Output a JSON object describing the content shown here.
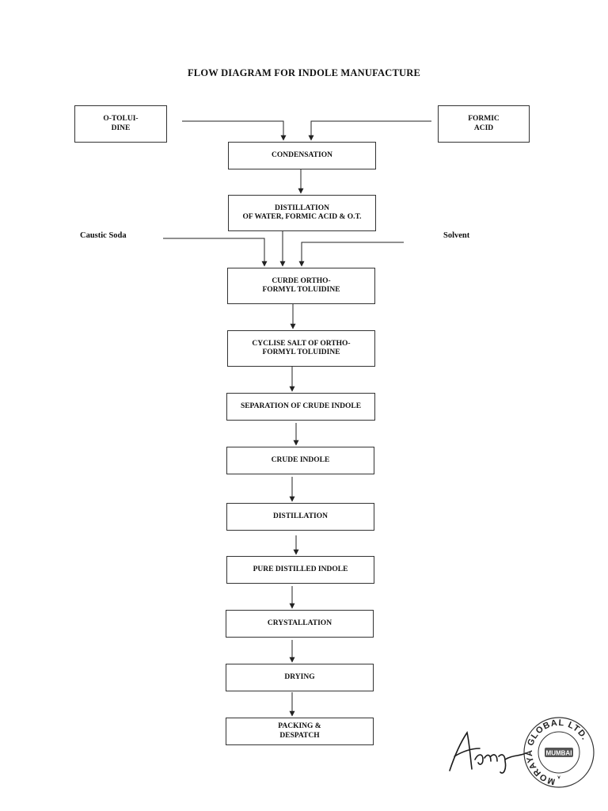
{
  "title": "FLOW DIAGRAM FOR INDOLE MANUFACTURE",
  "inputs": {
    "left_box": "O-TOLUI-\nDINE",
    "right_box": "FORMIC\nACID",
    "left_label": "Caustic Soda",
    "right_label": "Solvent"
  },
  "steps": [
    "CONDENSATION",
    "DISTILLATION\nOF WATER, FORMIC ACID  & O.T.",
    "CURDE ORTHO-\nFORMYL  TOLUIDINE",
    "CYCLISE SALT  OF ORTHO-\nFORMYL TOLUIDINE",
    "SEPARATION OF CRUDE INDOLE",
    "CRUDE INDOLE",
    "DISTILLATION",
    "PURE DISTILLED  INDOLE",
    "CRYSTALLATION",
    "DRYING",
    "PACKING &\nDESPATCH"
  ],
  "stamp": {
    "ring_text": "MORAYA GLOBAL LTD.",
    "center_text": "MUMBAI"
  }
}
